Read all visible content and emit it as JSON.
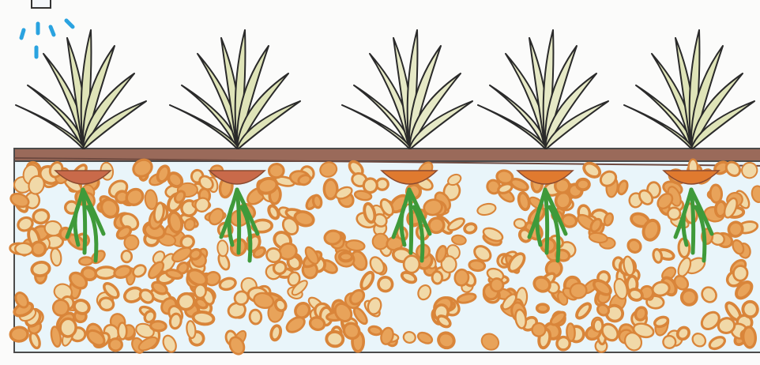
{
  "scene": {
    "description_visible_text": "",
    "plants": [
      {
        "id": "plant-1",
        "leaf_color": "#dfe4b8"
      },
      {
        "id": "plant-2",
        "leaf_color": "#dfe4b8"
      },
      {
        "id": "plant-3",
        "leaf_color": "#e6e9c6"
      },
      {
        "id": "plant-4",
        "leaf_color": "#e6e9c6"
      },
      {
        "id": "plant-5",
        "leaf_color": "#dfe4b8"
      }
    ],
    "colors": {
      "background": "#fbfbfa",
      "top_layer": "#9a6a5a",
      "container_edge": "#4b4b4b",
      "water": "#dff1f8",
      "pebble": "#d9853a",
      "pebble_light": "#e8a35a",
      "root": "#3f9a3a",
      "cup": "#e07a2f",
      "cup_dark": "#c96a4a",
      "drip": "#2aa3e0",
      "leaf_outline": "#2a2a2a"
    },
    "icons": [
      "drip-emitter-icon"
    ]
  }
}
